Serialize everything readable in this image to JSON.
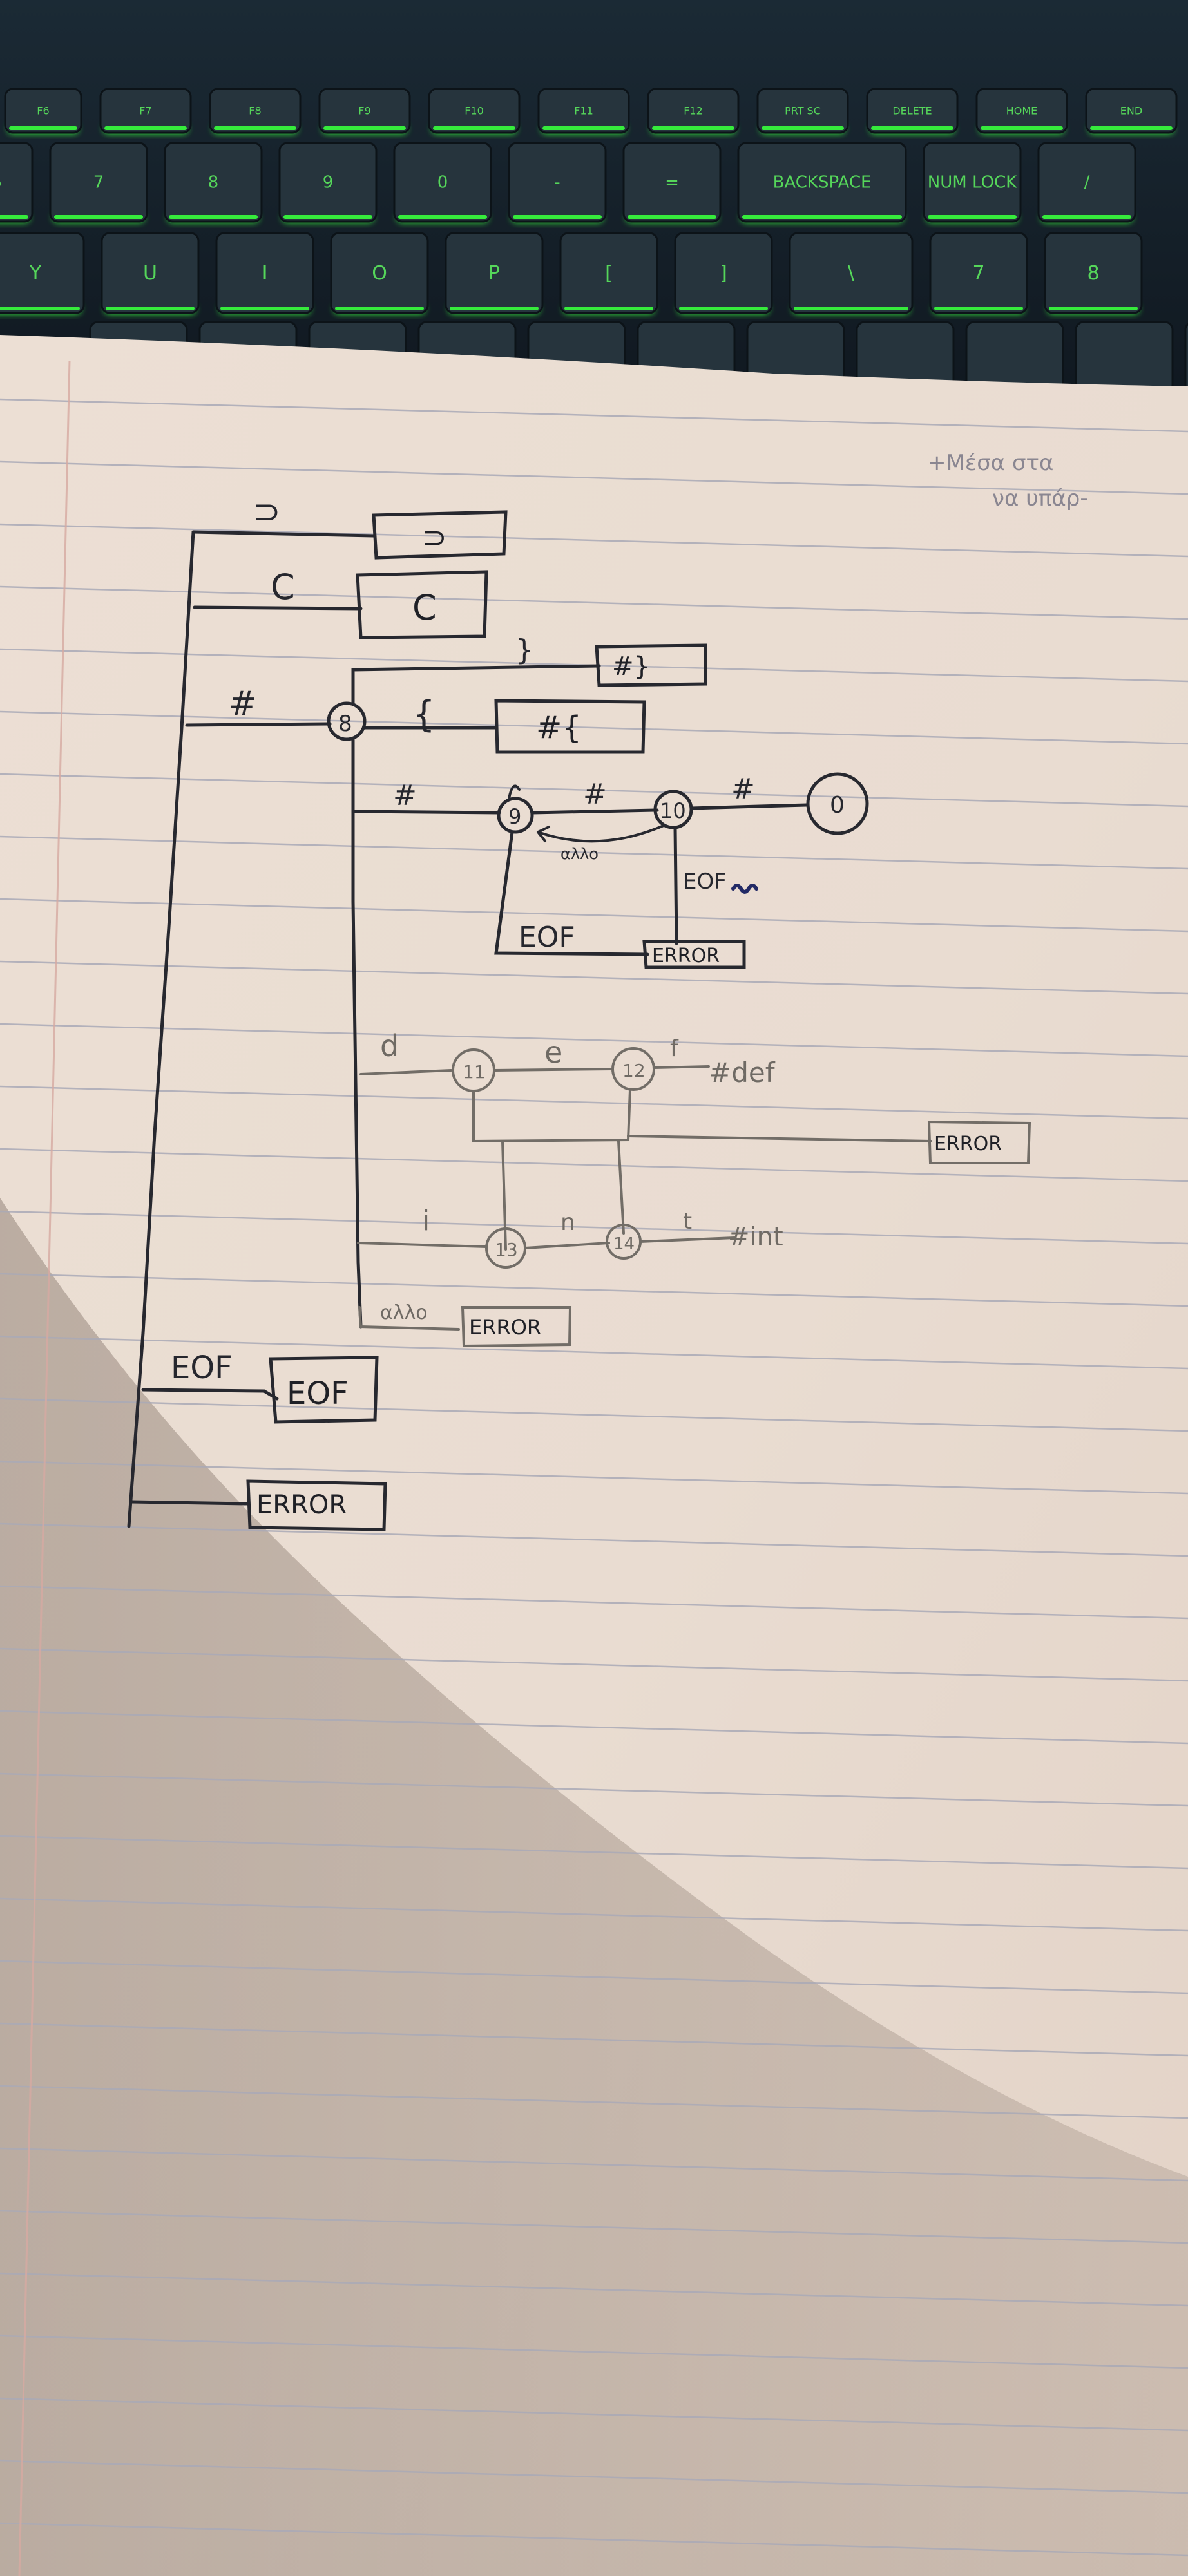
{
  "keyboard": {
    "fn_row": [
      "F6",
      "F7",
      "F8",
      "F9",
      "F10",
      "F11",
      "F12",
      "PRT SC",
      "DELETE",
      "HOME",
      "END",
      ""
    ],
    "num_row": [
      "5",
      "7",
      "8",
      "9",
      "0",
      "-",
      "=",
      "BACKSPACE",
      "NUM LOCK",
      "/"
    ],
    "top_row": [
      "Y",
      "U",
      "I",
      "O",
      "P",
      "[",
      "]",
      "\\",
      "7",
      "8"
    ],
    "num_row_shifted": [
      "%",
      "&",
      "*",
      "(",
      ")",
      "_",
      "+",
      "",
      "",
      ""
    ],
    "backspace_arrow": "⟨",
    "key_glow_color": "#39ff3c",
    "key_color": "#26343d"
  },
  "page_note": {
    "line1": "+Μέσα στα",
    "line2": "να υπάρ-"
  },
  "colors": {
    "ink": "#24252c",
    "pencil": "#6f6a64",
    "paper": "#e8dbd0",
    "rule": "#a8a9b6",
    "margin": "#d8a8a0"
  },
  "diagram": {
    "branches": {
      "close_paren": {
        "label": "⊃",
        "box": "⊃"
      },
      "open_paren": {
        "label": "C",
        "box": "C"
      },
      "hash": {
        "label": "#"
      },
      "eof": {
        "label": "EOF",
        "box": "EOF"
      },
      "error": {
        "box": "ERROR"
      }
    },
    "state8": {
      "id": "8",
      "close_brace": {
        "label": "}",
        "box": "#}"
      },
      "open_brace": {
        "label": "{",
        "box": "#{"
      },
      "hash": {
        "label": "#"
      },
      "d": {
        "label": "d"
      },
      "i": {
        "label": "i"
      },
      "else": {
        "label": "αλλο",
        "box": "ERROR"
      }
    },
    "state9": {
      "id": "9",
      "self_loop": ""
    },
    "state10": {
      "id": "10",
      "eof_label": "EOF",
      "box": "ERROR"
    },
    "state0": {
      "id": "0"
    },
    "edge_9_10": "#",
    "edge_10_0": "#",
    "edge_10_9": "αλλο",
    "eof_9": "EOF",
    "state11": {
      "id": "11"
    },
    "state12": {
      "id": "12"
    },
    "state13": {
      "id": "13"
    },
    "state14": {
      "id": "14"
    },
    "edge_11_12": "e",
    "edge_12_out": "f",
    "result_def": "#def",
    "edge_13_14": "n",
    "edge_14_out": "t",
    "result_int": "#int",
    "error_mid": "ERROR"
  }
}
